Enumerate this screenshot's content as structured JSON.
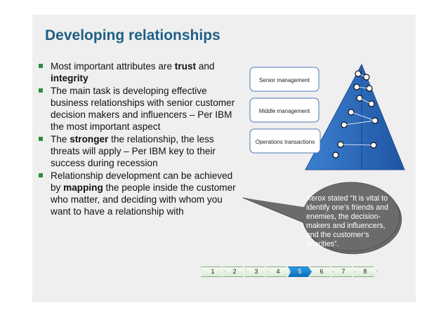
{
  "title": "Developing relationships",
  "bullets": [
    {
      "parts": [
        {
          "t": "Most important attributes are ",
          "b": false
        },
        {
          "t": "trust",
          "b": true
        },
        {
          "t": " and ",
          "b": false
        },
        {
          "t": "integrity",
          "b": true
        }
      ]
    },
    {
      "parts": [
        {
          "t": "The main task is developing effective business relationships with senior customer decision makers and influencers – Per IBM the most important aspect",
          "b": false
        }
      ]
    },
    {
      "parts": [
        {
          "t": "The ",
          "b": false
        },
        {
          "t": "stronger",
          "b": true
        },
        {
          "t": " the relationship, the less threats will apply – Per IBM key to their success during recession",
          "b": false
        }
      ]
    },
    {
      "parts": [
        {
          "t": "Relationship development can be achieved by ",
          "b": false
        },
        {
          "t": "mapping",
          "b": true
        },
        {
          "t": " the people inside the customer who matter, and deciding with whom you want to have a relationship with",
          "b": false
        }
      ]
    }
  ],
  "pyramid": {
    "levels": [
      "Senior management",
      "Middle management",
      "Operations transactions"
    ]
  },
  "callout": "Xerox stated “It is vital to identify one’s friends and enemies, the decision-makers and influencers, and the customer’s priorities”.",
  "pager": {
    "pages": [
      "1",
      "2",
      "3",
      "4",
      "5",
      "6",
      "7",
      "8"
    ],
    "active": "5"
  },
  "colors": {
    "title": "#1f5f86",
    "bullet": "#2b8c3c",
    "pyramid": "#2463b5",
    "callout": "#6b6b6b",
    "active_page": "#0a6fb8"
  }
}
